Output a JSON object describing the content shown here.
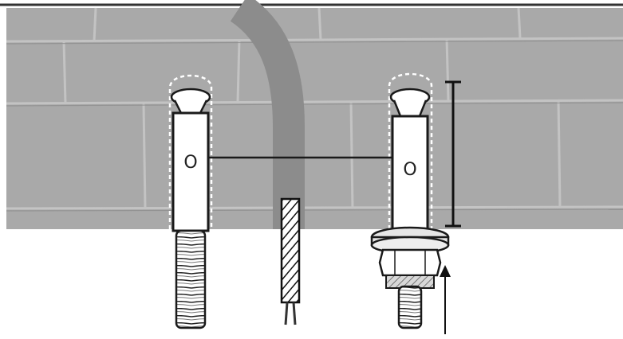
{
  "diagram": {
    "anchor_left": {
      "marker_text": "O"
    },
    "anchor_right": {
      "marker_text": "O"
    },
    "colors": {
      "wall": "#a9a9a9",
      "wall_mortar": "#c9c9c9",
      "background": "#ffffff",
      "outline": "#1a1a1a",
      "anchor_fill": "#ffffff",
      "pipe": "#8c8c8c",
      "dashed_outline": "#ffffff"
    },
    "icons": [
      "dashed-outline-left",
      "dashed-outline-right",
      "measure-bracket",
      "pointer-arrow"
    ]
  }
}
